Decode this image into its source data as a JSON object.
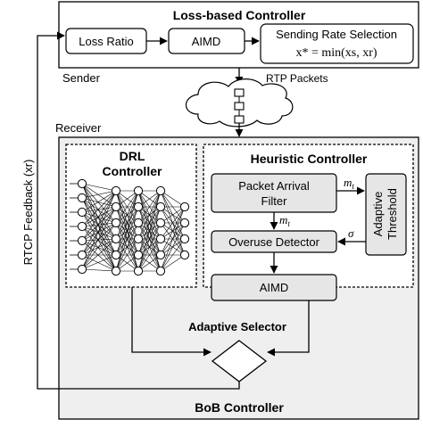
{
  "sender": {
    "region_label": "Sender",
    "controller_title": "Loss-based Controller",
    "loss_ratio": "Loss Ratio",
    "aimd": "AIMD",
    "rate_selection_title": "Sending Rate Selection",
    "rate_formula": "x* = min(xs, xr)"
  },
  "network": {
    "rtp_packets": "RTP Packets"
  },
  "receiver": {
    "region_label": "Receiver",
    "drl_title_line1": "DRL",
    "drl_title_line2": "Controller",
    "heuristic_title": "Heuristic Controller",
    "packet_filter_line1": "Packet Arrival",
    "packet_filter_line2": "Filter",
    "overuse_detector": "Overuse Detector",
    "adaptive_threshold_line1": "Adaptive",
    "adaptive_threshold_line2": "Threshold",
    "aimd": "AIMD",
    "m_t_top": "mt",
    "m_t_mid": "mt",
    "sigma": "σ",
    "adaptive_selector": "Adaptive Selector",
    "bob_controller": "BoB Controller"
  },
  "feedback": {
    "label": "RTCP Feedback (xr)"
  },
  "colors": {
    "sender_bg": "#ffffff",
    "receiver_bg": "#efefef",
    "box_bg": "#ffffff",
    "stroke": "#000000",
    "inner_box": "#e6e6e6"
  }
}
